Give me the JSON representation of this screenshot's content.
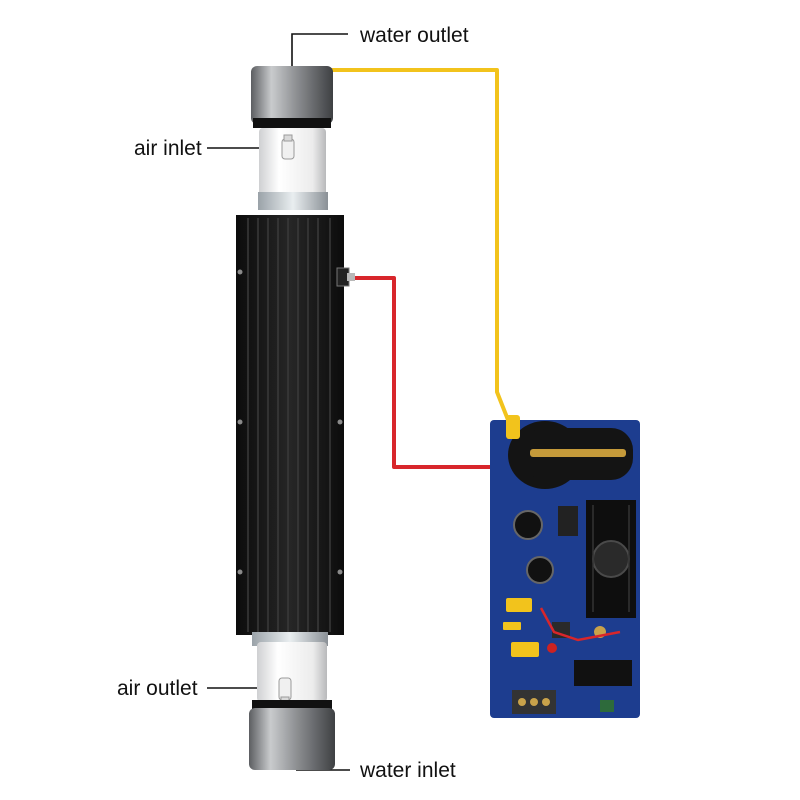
{
  "labels": {
    "water_outlet": "water outlet",
    "air_inlet": "air inlet",
    "air_outlet": "air outlet",
    "water_inlet": "water inlet"
  },
  "colors": {
    "high_voltage_wire": "#f2c31c",
    "signal_wire": "#d8262b",
    "heatsink": "#1a1a1a",
    "metal_cap": "#8e9093",
    "ceramic_collar": "#f4f4f4",
    "pcb": "#1d3d8f"
  }
}
